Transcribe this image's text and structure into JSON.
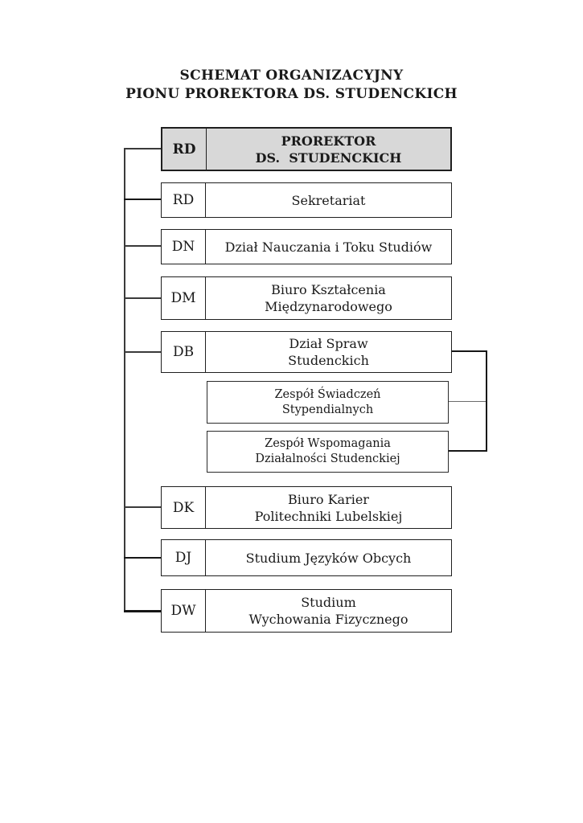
{
  "page": {
    "title_line1": "SCHEMAT ORGANIZACYJNY",
    "title_line2": "PIONU PROREKTORA DS. STUDENCKICH"
  },
  "colors": {
    "highlight_fill": "#d8d8d8",
    "box_fill": "#ffffff",
    "line_color": "#1f1f1f"
  },
  "org": {
    "units": [
      {
        "code": "RD",
        "label": "PROREKTOR\nDS.  STUDENCKICH",
        "highlighted": true
      },
      {
        "code": "RD",
        "label": "Sekretariat",
        "highlighted": false
      },
      {
        "code": "DN",
        "label": "Dział Nauczania i Toku Studiów",
        "highlighted": false
      },
      {
        "code": "DM",
        "label": "Biuro Kształcenia\nMiędzynarodowego",
        "highlighted": false
      },
      {
        "code": "DB",
        "label": "Dział Spraw\nStudenckich",
        "highlighted": false
      },
      {
        "code": "DK",
        "label": "Biuro Karier\nPolitechniki Lubelskiej",
        "highlighted": false
      },
      {
        "code": "DJ",
        "label": "Studium Języków Obcych",
        "highlighted": false
      },
      {
        "code": "DW",
        "label": "Studium\nWychowania Fizycznego",
        "highlighted": false
      }
    ],
    "subunits": [
      {
        "label": "Zespół Świadczeń\nStypendialnych"
      },
      {
        "label": "Zespół Wspomagania\nDziałalności Studenckiej"
      }
    ]
  }
}
